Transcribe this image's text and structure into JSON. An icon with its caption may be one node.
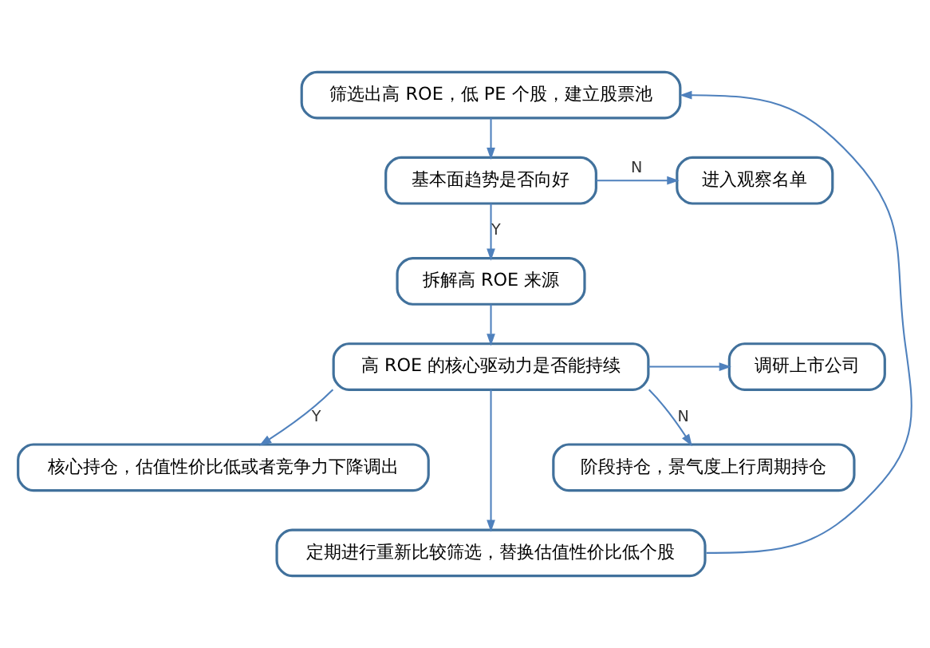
{
  "diagram": {
    "nodes": [
      {
        "text": [
          "筛选出高 ROE，低 PE 个股，建立股票池"
        ]
      },
      {
        "text": [
          "基本面趋势是否向好"
        ]
      },
      {
        "text": [
          "进入观察名单"
        ]
      },
      {
        "text": [
          "拆解高 ROE 来源"
        ]
      },
      {
        "text": [
          "高 ROE 的核心驱动力是否能持续"
        ]
      },
      {
        "text": [
          "调研上市公司"
        ]
      },
      {
        "text": [
          "核心持仓，估值性价比低或者竞争力下降调出"
        ]
      },
      {
        "text": [
          "阶段持仓，景气度上行周期持仓"
        ]
      },
      {
        "text": [
          "定期进行重新比较筛选，替换估值性价比低个股"
        ]
      }
    ],
    "edges": [
      {
        "from": 0,
        "to": 1,
        "arrow": "to"
      },
      {
        "from": 1,
        "to": 2,
        "arrow": "to",
        "label": "N"
      },
      {
        "from": 1,
        "to": 3,
        "arrow": "to",
        "label": "Y"
      },
      {
        "from": 3,
        "to": 4,
        "arrow": "to"
      },
      {
        "from": 4,
        "to": 5,
        "arrow": "to"
      },
      {
        "from": 4,
        "to": 6,
        "arrow": "to",
        "label": "Y"
      },
      {
        "from": 4,
        "to": 7,
        "arrow": "to",
        "label": "N"
      },
      {
        "from": 4,
        "to": 8,
        "arrow": "to"
      },
      {
        "from": 8,
        "to": 0,
        "arrow": "to"
      }
    ]
  }
}
